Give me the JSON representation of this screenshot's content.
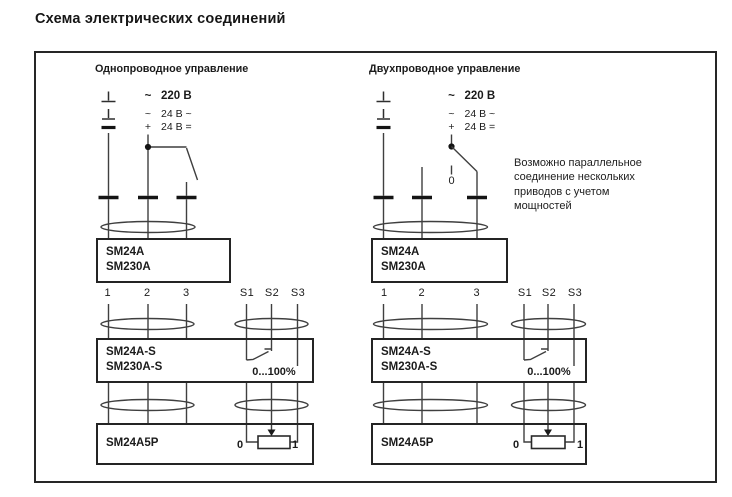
{
  "title": "Схема электрических соединений",
  "columns": {
    "left": {
      "header": "Однопроводное управление"
    },
    "right": {
      "header": "Двухпроводное управление"
    }
  },
  "supply": {
    "rows": [
      {
        "sym": "~",
        "label": "220 В"
      },
      {
        "sym": "~",
        "label": "24 В ~"
      },
      {
        "sym": "+",
        "label": "24 В ="
      }
    ]
  },
  "switch": {
    "off_label": "0"
  },
  "terminals": {
    "t1": "1",
    "t2": "2",
    "t3": "3",
    "s1": "S1",
    "s2": "S2",
    "s3": "S3"
  },
  "devices": {
    "basic": {
      "line1": "SM24A",
      "line2": "SM230A"
    },
    "s_model": {
      "line1": "SM24A-S",
      "line2": "SM230A-S",
      "range": "0...100%"
    },
    "p_model": {
      "label": "SM24A5P",
      "pot_min": "0",
      "pot_max": "1"
    }
  },
  "note": {
    "lines": [
      "Возможно параллельное",
      "соединение нескольких",
      "приводов с учетом",
      "мощностей"
    ]
  },
  "colors": {
    "ink": "#1b1b1b",
    "wire": "#3f3f3f",
    "frame": "#262626"
  }
}
